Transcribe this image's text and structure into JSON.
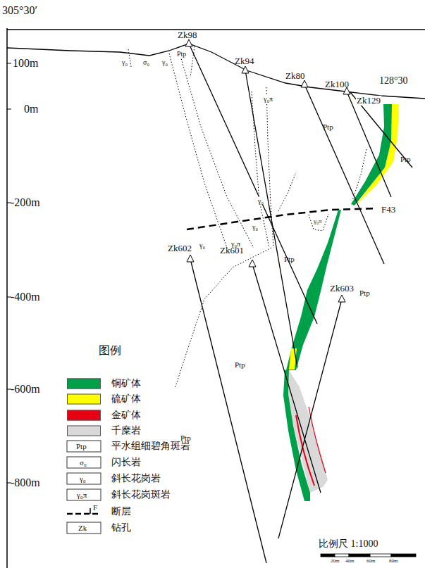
{
  "diagram": {
    "labels": [
      "305°30′",
      "128°30",
      "100m",
      "0m",
      "-200m",
      "-400m",
      "-600m",
      "-800m",
      "Zk98",
      "Zk94",
      "Zk80",
      "Zk100",
      "Zk129",
      "Zk602",
      "Zk601",
      "Zk603",
      "F43",
      "γ₀",
      "σ₀",
      "γ₀",
      "Ptp",
      "γ₀π",
      "Ptp",
      "Ptp",
      "γ₀",
      "γ₀",
      "γ₀π",
      "γ₀",
      "γ₀π",
      "Ptp",
      "Ptp",
      "Ptp",
      "Ptp",
      "图例",
      "Ptp",
      "σ₀",
      "γ₀",
      "γ₀π",
      "F",
      "Zk",
      "比例尺 1:1000",
      "20m",
      "40m",
      "60m",
      "80m"
    ],
    "legend": [
      {
        "text": "铜矿体",
        "color": "#00a04a"
      },
      {
        "text": "硫矿体",
        "color": "#ffff00"
      },
      {
        "text": "金矿体",
        "color": "#e60012"
      },
      {
        "text": "千糜岩",
        "color": "#d9d9d9"
      },
      {
        "text": "平水组细碧角斑岩"
      },
      {
        "text": "闪长岩"
      },
      {
        "text": "斜长花岗岩"
      },
      {
        "text": "斜长花岗斑岩"
      },
      {
        "text": "断层"
      },
      {
        "text": "钻孔"
      }
    ]
  }
}
